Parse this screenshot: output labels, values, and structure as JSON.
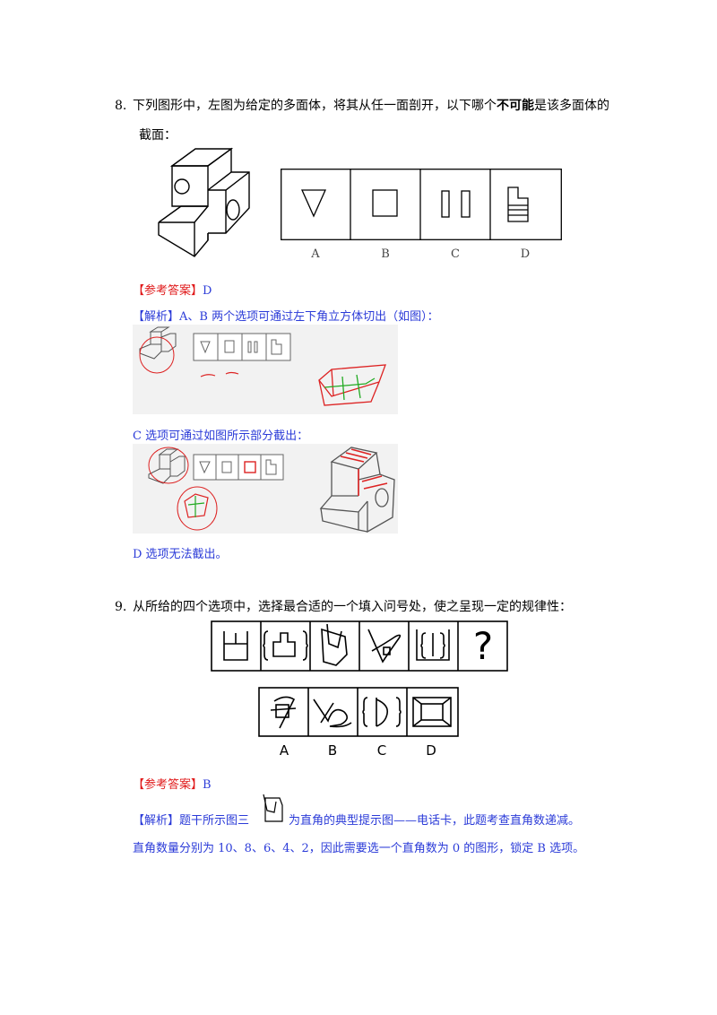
{
  "q8": {
    "number": "8.",
    "text_before": "下列图形中，左图为给定的多面体，将其从任一面剖开，以下哪个",
    "text_bold": "不可能",
    "text_after": "是该多面体的",
    "text_line2": "截面：",
    "options": [
      "A",
      "B",
      "C",
      "D"
    ],
    "answer_label": "【参考答案】",
    "answer_value": "D",
    "analysis_label": "【解析】",
    "analysis_line1": "A、B 两个选项可通过左下角立方体切出（如图）：",
    "analysis_line2": "C 选项可通过如图所示部分截出：",
    "analysis_line3": "D 选项无法截出。"
  },
  "q9": {
    "number": "9.",
    "text": "从所给的四个选项中，选择最合适的一个填入问号处，使之呈现一定的规律性：",
    "question_mark": "?",
    "options": [
      "A",
      "B",
      "C",
      "D"
    ],
    "answer_label": "【参考答案】",
    "answer_value": "B",
    "analysis_label": "【解析】",
    "analysis_part1": "题干所示图三",
    "analysis_part2": "为直角的典型提示图——电话卡，此题考查直角数递减。",
    "analysis_line2": "直角数量分别为 10、8、6、4、2，因此需要选一个直角数为 0 的图形，锁定 B 选项。"
  }
}
